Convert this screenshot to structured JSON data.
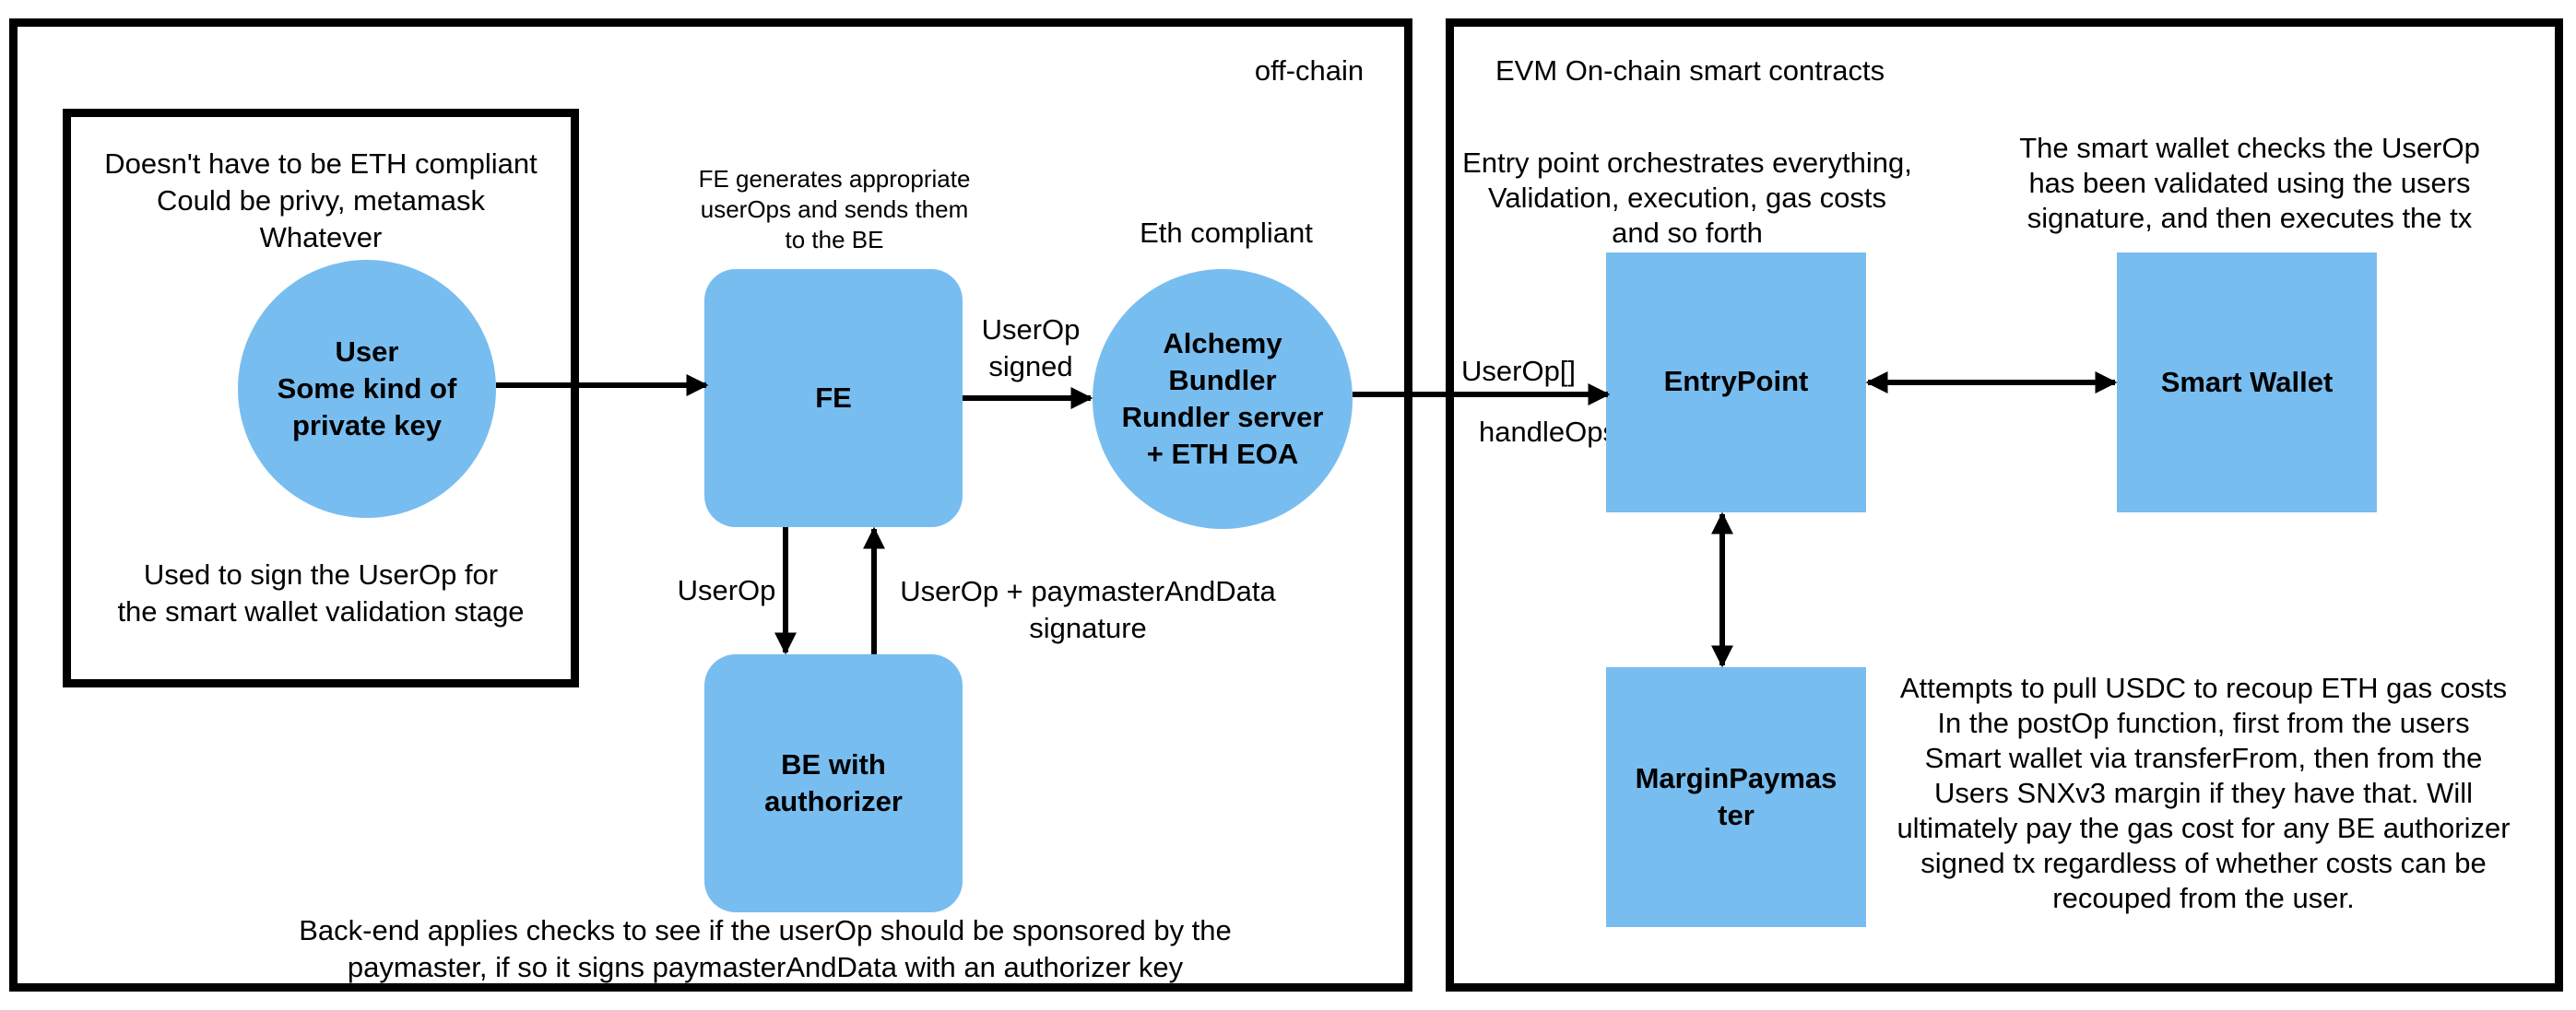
{
  "zones": {
    "offchain_label": "off-chain",
    "onchain_label": "EVM On-chain smart contracts"
  },
  "user_zone": {
    "top_text": [
      "Doesn't have to be ETH compliant",
      "Could be privy, metamask",
      "Whatever"
    ],
    "circle_text": [
      "User",
      "Some kind of",
      "private key"
    ],
    "bottom_text": [
      "Used to sign the UserOp for",
      "the smart wallet validation stage"
    ]
  },
  "fe": {
    "note": [
      "FE generates appropriate",
      "userOps and sends them",
      "to the BE"
    ],
    "label": "FE"
  },
  "bundler": {
    "note": "Eth compliant",
    "label": [
      "Alchemy",
      "Bundler",
      "Rundler server",
      "+ ETH EOA"
    ]
  },
  "be": {
    "label": [
      "BE with",
      "authorizer"
    ],
    "note": [
      "Back-end applies checks to see if the userOp should be sponsored by the",
      "paymaster, if so it signs paymasterAndData with an authorizer key"
    ]
  },
  "edge_labels": {
    "fe_to_bundler": [
      "UserOp",
      "signed"
    ],
    "fe_to_be": "UserOp",
    "be_to_fe": [
      "UserOp + paymasterAndData",
      "signature"
    ],
    "bundler_to_entry_top": "UserOp[]",
    "bundler_to_entry_bottom": "handleOps(userOps)"
  },
  "entrypoint": {
    "note": [
      "Entry point orchestrates everything,",
      "Validation, execution, gas costs",
      "and so forth"
    ],
    "label": "EntryPoint"
  },
  "smart_wallet": {
    "note": [
      "The smart wallet checks the UserOp",
      "has been validated using the users",
      "signature, and then executes the tx"
    ],
    "label": "Smart Wallet"
  },
  "paymaster": {
    "label": [
      "MarginPaymas",
      "ter"
    ],
    "note": [
      "Attempts to pull USDC to recoup ETH gas costs",
      "In the postOp function, first from the users",
      "Smart wallet via transferFrom, then from the",
      "Users SNXv3 margin if they have that. Will",
      "ultimately pay the gas cost for any BE authorizer",
      "signed tx regardless of whether costs can be",
      "recouped from the user."
    ]
  },
  "colors": {
    "node_fill": "#78bdf0",
    "stroke": "#000000",
    "background": "#ffffff"
  }
}
